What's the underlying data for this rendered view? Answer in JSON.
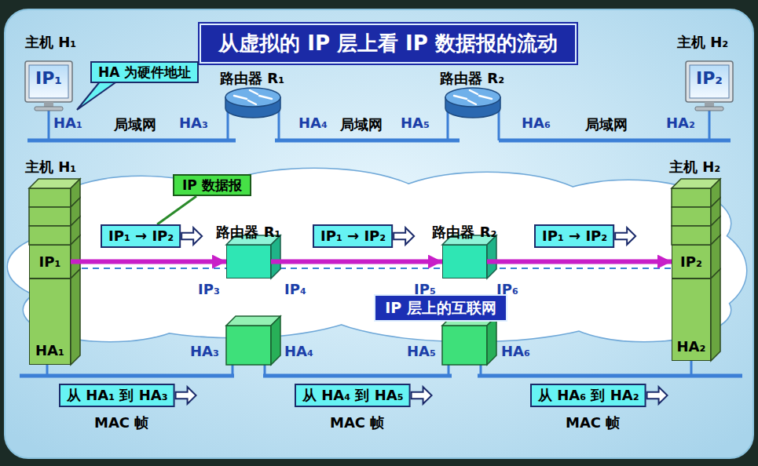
{
  "diagram": {
    "title": "从虚拟的 IP 层上看 IP 数据报的流动",
    "nodes": [
      {
        "text": [
          "主机 H₁",
          "IP₁"
        ]
      },
      {
        "text": [
          "HA 为硬件地址"
        ]
      },
      {
        "text": [
          "路由器 R₁"
        ]
      },
      {
        "text": [
          "路由器 R₂"
        ]
      },
      {
        "text": [
          "主机 H₂",
          "IP₂"
        ]
      },
      {
        "text": [
          "主机 H₁"
        ]
      },
      {
        "text": [
          "IP₁"
        ],
        "in": 5
      },
      {
        "text": [
          "HA₁"
        ],
        "in": 5
      },
      {
        "text": [
          "IP 数据报"
        ]
      },
      {
        "text": [
          "路由器 R₁"
        ]
      },
      {
        "text": [
          "路由器 R₂"
        ]
      },
      {
        "text": [
          "主机 H₂"
        ]
      },
      {
        "text": [
          "IP₂"
        ],
        "in": 11
      },
      {
        "text": [
          "HA₂"
        ],
        "in": 11
      },
      {
        "text": [
          "IP₁ → IP₂"
        ]
      },
      {
        "text": [
          "IP₁ → IP₂"
        ]
      },
      {
        "text": [
          "IP₁ → IP₂"
        ]
      },
      {
        "text": [
          "IP 层上的互联网"
        ]
      },
      {
        "text": [
          "从 HA₁ 到 HA₃"
        ]
      },
      {
        "text": [
          "从 HA₄ 到 HA₅"
        ]
      },
      {
        "text": [
          "从 HA₆ 到 HA₂"
        ]
      }
    ],
    "edges": [
      {
        "from": 6,
        "to": 9,
        "arrow": "to"
      },
      {
        "from": 9,
        "to": 10,
        "arrow": "to"
      },
      {
        "from": 10,
        "to": 12,
        "arrow": "to"
      },
      {
        "from": 8,
        "to": 14,
        "arrow": "none"
      }
    ],
    "labels": [
      "HA₁",
      "局域网",
      "HA₃",
      "HA₄",
      "局域网",
      "HA₅",
      "HA₆",
      "局域网",
      "HA₂",
      "IP₃",
      "IP₄",
      "IP₅",
      "IP₆",
      "HA₃",
      "HA₄",
      "HA₅",
      "HA₆",
      "MAC 帧",
      "MAC 帧",
      "MAC 帧"
    ]
  }
}
